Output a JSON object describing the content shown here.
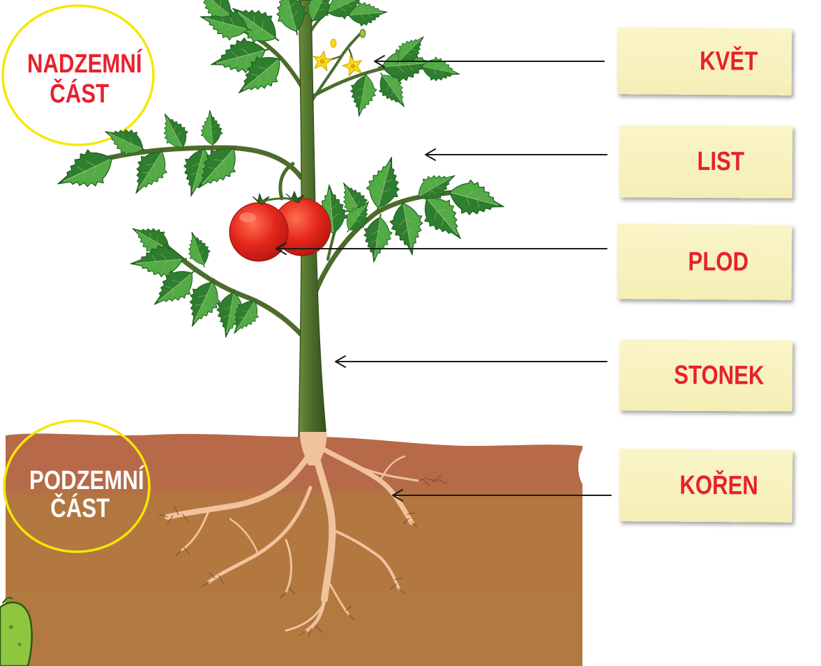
{
  "regions": {
    "above_ground": {
      "line1": "NADZEMNÍ",
      "line2": "ČÁST"
    },
    "below_ground": {
      "line1": "PODZEMNÍ",
      "line2": "ČÁST"
    }
  },
  "labels": {
    "flower": "KVĚT",
    "leaf": "LIST",
    "fruit": "PLOD",
    "stem": "STONEK",
    "root": "KOŘEN"
  },
  "colors": {
    "label_text": "#e8212b",
    "note_background": "#faf5c8",
    "circle_outline": "#f4e800",
    "soil_top": "#b6684a",
    "soil_bottom": "#b27a40",
    "leaf_green": "#4fa843",
    "stem": "#4c6c2b",
    "tomato": "#e4261c",
    "root": "#f0c39d",
    "flower": "#f8dc1c"
  }
}
